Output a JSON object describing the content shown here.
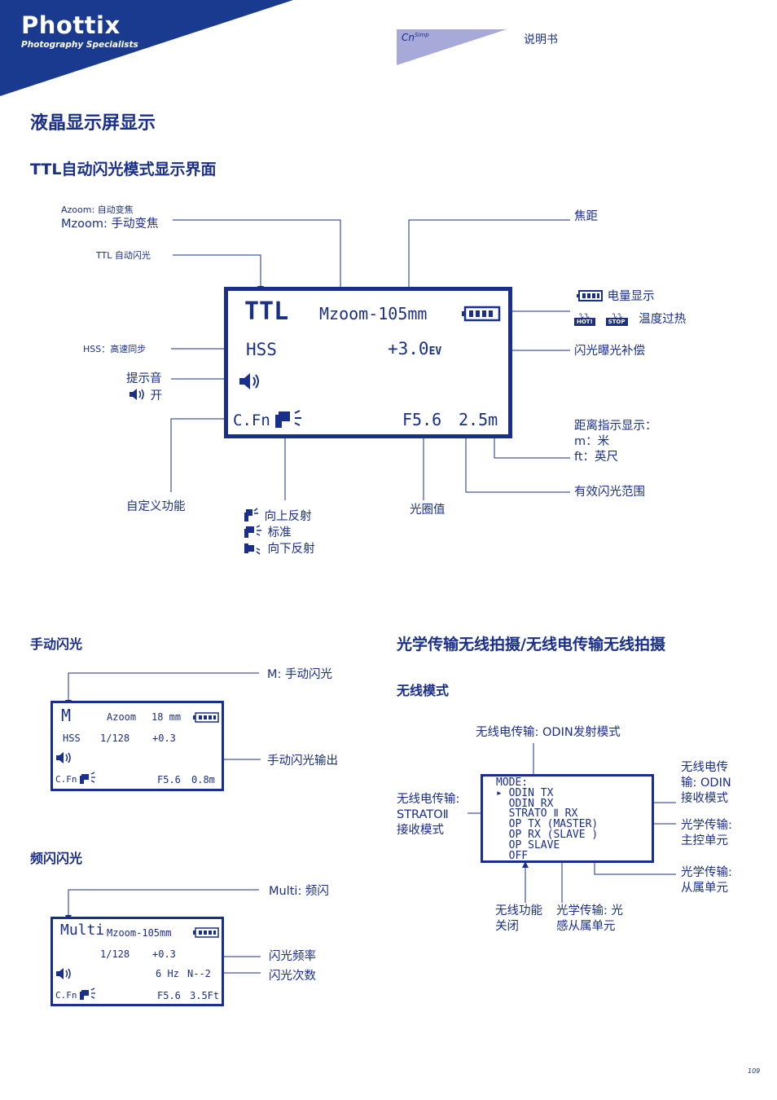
{
  "header": {
    "brand": "Phottix",
    "brand_tagline": "Photography Specialists",
    "model": "Cn",
    "model_sup": "Simp",
    "doc_label": "说明书"
  },
  "title": "液晶显示屏显示",
  "ttl": {
    "heading": "TTL自动闪光模式显示界面",
    "lcd": {
      "mode": "TTL",
      "zoom": "Mzoom-105mm",
      "hss": "HSS",
      "ev": "+3.0",
      "ev_unit": "EV",
      "cfn": "C.Fn",
      "aperture": "F5.6",
      "distance": "2.5m"
    },
    "labels": {
      "azoom": "Azoom: 自动变焦",
      "mzoom": "Mzoom: 手动变焦",
      "ttl_auto": "TTL 自动闪光",
      "hss": "HSS：高速同步",
      "beep_1": "提示音",
      "beep_2": "开",
      "cfn": "自定义功能",
      "bounce_up": "向上反射",
      "bounce_std": "标准",
      "bounce_down": "向下反射",
      "aperture": "光圈值",
      "range": "有效闪光范围",
      "dist_1": "距离指示显示：",
      "dist_2": "m：米",
      "dist_3": "ft：英尺",
      "focal": "焦距",
      "battery": "电量显示",
      "hot": "HOT!",
      "stop": "STOP",
      "overheat": "温度过热",
      "ev_comp": "闪光曝光补偿"
    }
  },
  "manual": {
    "heading": "手动闪光",
    "lcd": {
      "mode": "M",
      "zoom": "Azoom",
      "focal": "18 mm",
      "hss": "HSS",
      "power": "1/128",
      "ev": "+0.3",
      "cfn": "C.Fn",
      "aperture": "F5.6",
      "distance": "0.8m"
    },
    "labels": {
      "m": "M: 手动闪光",
      "output": "手动闪光输出"
    }
  },
  "multi": {
    "heading": "频闪闪光",
    "lcd": {
      "mode": "Multi",
      "zoom": "Mzoom-105mm",
      "power": "1/128",
      "ev": "+0.3",
      "freq": "6 Hz",
      "count": "N--2",
      "cfn": "C.Fn",
      "aperture": "F5.6",
      "distance": "3.5Ft"
    },
    "labels": {
      "multi": "Multi: 频闪",
      "freq": "闪光频率",
      "count": "闪光次数"
    }
  },
  "wireless": {
    "heading": "光学传输无线拍摄/无线电传输无线拍摄",
    "subheading": "无线模式",
    "lcd": {
      "lines": [
        "MODE:",
        "▸ ODIN TX",
        "  ODIN RX",
        "  STRATO Ⅱ RX",
        "  OP TX (MASTER)",
        "  OP RX (SLAVE )",
        "  OP SLAVE",
        "  OFF"
      ]
    },
    "labels": {
      "odin_tx": "无线电传输: ODIN发射模式",
      "odin_rx_1": "无线电传",
      "odin_rx_2": "输: ODIN",
      "odin_rx_3": "接收模式",
      "strato_1": "无线电传输:",
      "strato_2": "STRATOⅡ",
      "strato_3": "接收模式",
      "master_1": "光学传输:",
      "master_2": "主控单元",
      "slave_1": "光学传输:",
      "slave_2": "从属单元",
      "off_1": "无线功能",
      "off_2": "关闭",
      "op_slave_1": "光学传输: 光",
      "op_slave_2": "感从属单元"
    }
  },
  "page_number": "109",
  "colors": {
    "brand_blue": "#1a3a8f",
    "text_blue": "#1a2f8a",
    "accent_lavender": "#a7a9d8"
  }
}
